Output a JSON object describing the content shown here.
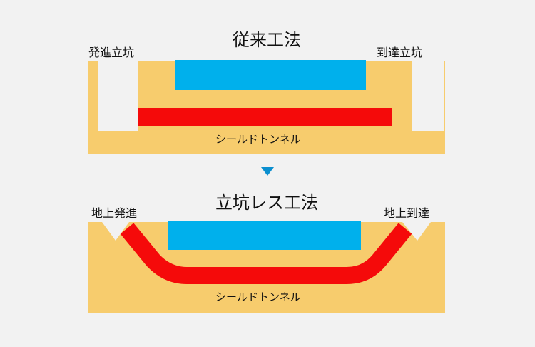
{
  "colors": {
    "background": "#f2f2f2",
    "ground": "#f7cc6d",
    "structure": "#00b0ec",
    "tunnel": "#f50a0a",
    "arrow": "#0b8fcf"
  },
  "conventional": {
    "title": "従来工法",
    "launch_shaft": "発進立坑",
    "arrival_shaft": "到達立坑",
    "tunnel_label": "シールドトンネル"
  },
  "arrow_icon": "down-triangle-icon",
  "shaftless": {
    "title": "立坑レス工法",
    "launch": "地上発進",
    "arrival": "地上到達",
    "tunnel_label": "シールドトンネル"
  }
}
